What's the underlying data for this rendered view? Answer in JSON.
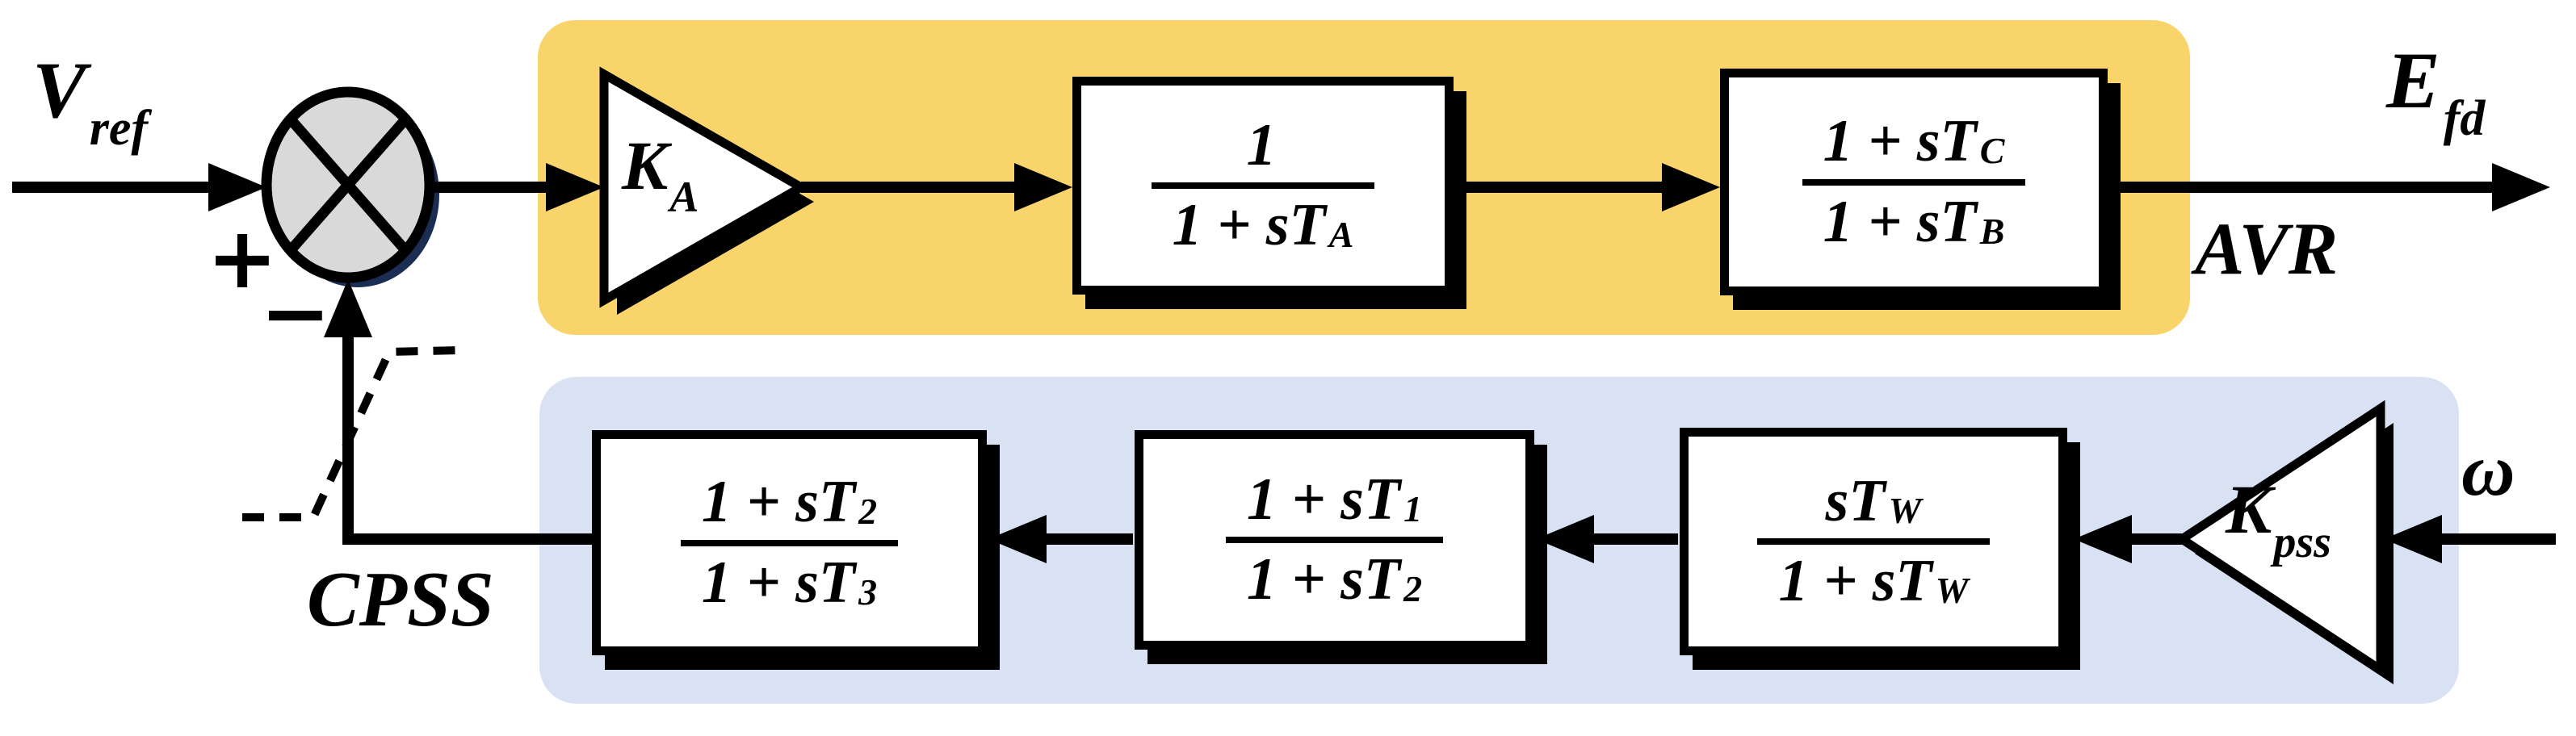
{
  "colors": {
    "avr_region": "#F8D46A",
    "cpss_region": "#D9E2F3",
    "summer_fill": "#D9D9D9",
    "summer_shadow": "#1B2D52"
  },
  "signals": {
    "input": {
      "base": "V",
      "sub": "ref"
    },
    "output": {
      "base": "E",
      "sub": "fd"
    },
    "feedback_input": "ω"
  },
  "summer": {
    "plus": "+",
    "minus": "−"
  },
  "regions": {
    "avr_label": "AVR",
    "cpss_label": "CPSS"
  },
  "gains": {
    "avr_gain": {
      "base": "K",
      "sub": "A"
    },
    "pss_gain": {
      "base": "K",
      "sub": "pss"
    }
  },
  "blocks": {
    "avr_filter": {
      "num": "1",
      "num_sub": "",
      "den": "1 + sT",
      "den_sub": "A"
    },
    "avr_leadlag": {
      "num": "1 + sT",
      "num_sub": "C",
      "den": "1 + sT",
      "den_sub": "B"
    },
    "washout": {
      "num": "sT",
      "num_sub": "W",
      "den": "1 + sT",
      "den_sub": "W"
    },
    "leadlag_1": {
      "num": "1 + sT",
      "num_sub": "1",
      "den": "1 + sT",
      "den_sub": "2"
    },
    "leadlag_2": {
      "num": "1 + sT",
      "num_sub": "2",
      "den": "1 + sT",
      "den_sub": "3"
    }
  }
}
